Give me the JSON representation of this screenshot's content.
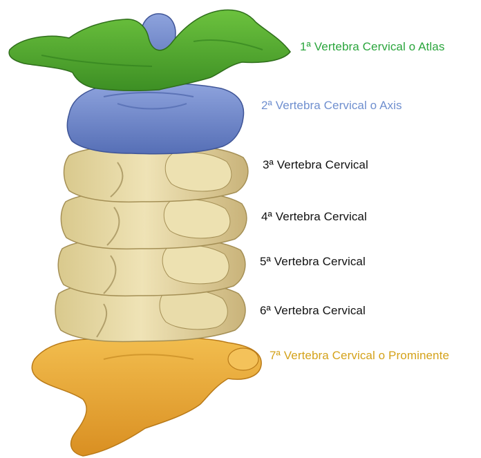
{
  "labels": {
    "atlas": "1ª Vertebra Cervical o Atlas",
    "axis": "2ª Vertebra Cervical o Axis",
    "c3": "3ª Vertebra Cervical",
    "c4": "4ª Vertebra Cervical",
    "c5": "5ª Vertebra Cervical",
    "c6": "6ª Vertebra Cervical",
    "c7": "7ª Vertebra Cervical o Prominente"
  },
  "colors": {
    "atlas": "#2aa53c",
    "axis": "#6f8fcf",
    "c3": "#111111",
    "c4": "#111111",
    "c5": "#111111",
    "c6": "#111111",
    "c7": "#d4a21a",
    "atlas_fill": "#4fa82e",
    "axis_fill": "#6d82c4",
    "bone_fill": "#e6d9a4",
    "c7_fill": "#e8a93a"
  }
}
